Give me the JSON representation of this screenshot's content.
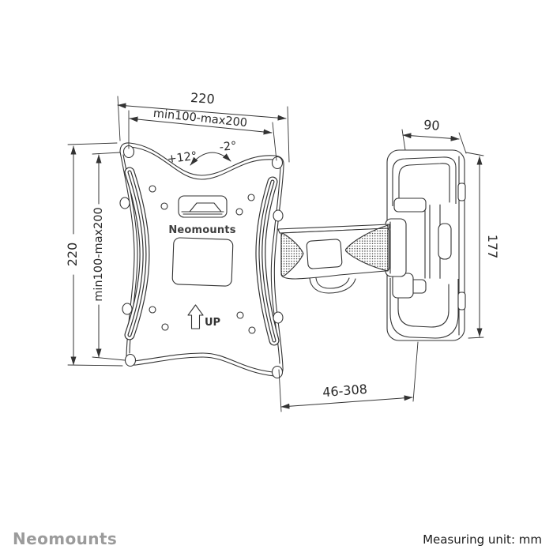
{
  "colors": {
    "line": "#333333",
    "brand_gray": "#9b9b9b",
    "text_dark": "#2b2b2b",
    "background": "#ffffff"
  },
  "plate": {
    "brand": "Neomounts",
    "up_label": "UP"
  },
  "annotations": {
    "plate_width": "220",
    "plate_vesa_width": "min100-max200",
    "plate_height": "220",
    "plate_vesa_height": "min100-max200",
    "tilt_up": "+12°",
    "tilt_down": "-2°",
    "wall_plate_width": "90",
    "wall_plate_height": "177",
    "extension_range": "46-308"
  },
  "footer": {
    "brand": "Neomounts",
    "unit_note": "Measuring unit: mm"
  }
}
